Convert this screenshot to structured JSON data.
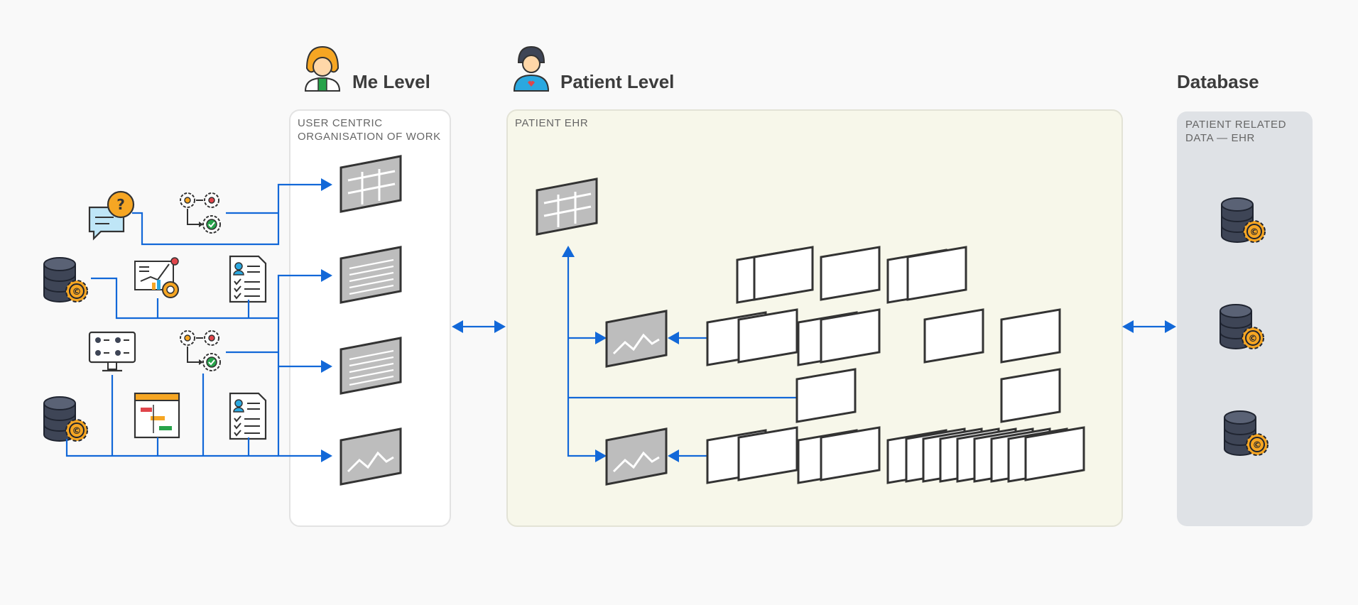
{
  "headers": {
    "me_level": "Me Level",
    "patient_level": "Patient Level",
    "database": "Database"
  },
  "panels": {
    "me_line1": "USER CENTRIC",
    "me_line2": "ORGANISATION OF WORK",
    "patient": "PATIENT EHR",
    "db_line1": "PATIENT RELATED",
    "db_line2": "DATA — EHR"
  },
  "colors": {
    "flow": "#1268d8",
    "me_panel_bg": "#ffffff",
    "patient_panel_bg": "#f7f7ea",
    "db_panel_bg": "#dfe2e6",
    "card_grey": "#bdbdbd",
    "icon_orange": "#f6a623",
    "icon_dark": "#3e4556",
    "icon_blue": "#2aa8e0",
    "icon_green": "#27a34a",
    "icon_red": "#e0454b"
  },
  "icons": [
    "doctor-avatar-icon",
    "patient-avatar-icon",
    "question-chat-icon",
    "workflow-gears-icon",
    "database-gear-icon",
    "analytics-report-icon",
    "checklist-document-icon",
    "team-monitor-icon",
    "timeline-board-icon"
  ]
}
